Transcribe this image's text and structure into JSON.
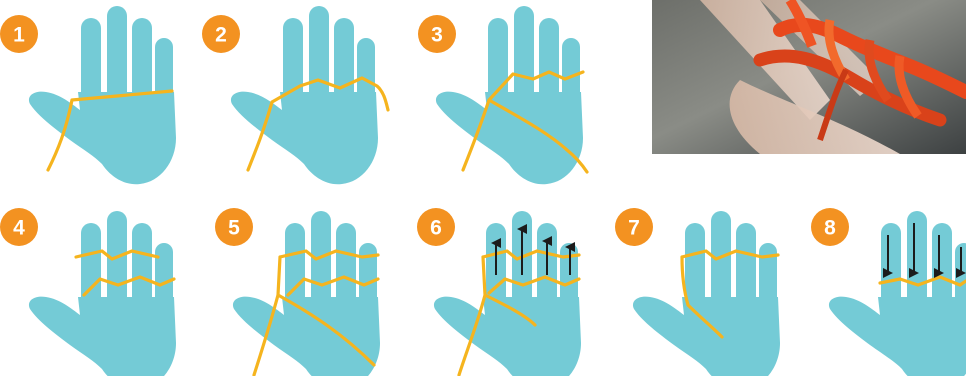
{
  "steps": [
    {
      "number": "1"
    },
    {
      "number": "2"
    },
    {
      "number": "3"
    },
    {
      "number": "4"
    },
    {
      "number": "5"
    },
    {
      "number": "6"
    },
    {
      "number": "7"
    },
    {
      "number": "8"
    }
  ],
  "colors": {
    "badge": "#f39221",
    "hand": "#74cbd6",
    "yarn": "#f5b41e",
    "arrow": "#1c1c1c",
    "photo_yarn": "#e8481c"
  },
  "photo": {
    "description_icon": "finger-knitting-photo"
  }
}
